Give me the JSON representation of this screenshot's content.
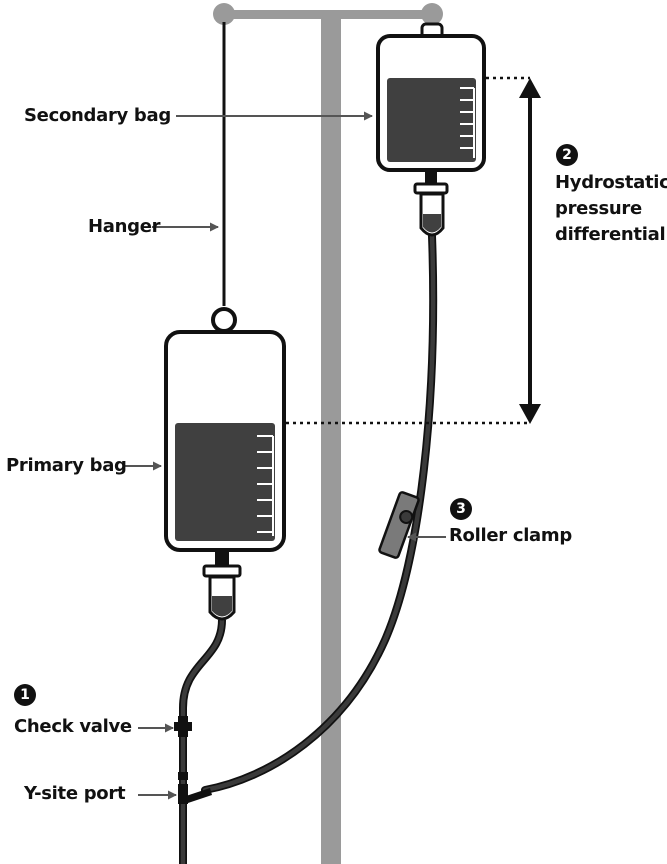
{
  "labels": {
    "secondary_bag": "Secondary bag",
    "hanger": "Hanger",
    "primary_bag": "Primary bag",
    "check_valve": "Check valve",
    "y_site_port": "Y-site port",
    "hydrostatic_line1": "Hydrostatic",
    "hydrostatic_line2": "pressure",
    "hydrostatic_line3": "differential",
    "roller_clamp": "Roller clamp"
  },
  "badges": {
    "check_valve": "1",
    "hydrostatic": "2",
    "roller_clamp": "3"
  },
  "colors": {
    "pole": "#9a9a9a",
    "tubing": "#3a3a3a",
    "fluid": "#404040",
    "outline": "#111111",
    "arrow": "#555555",
    "clamp": "#808080"
  }
}
